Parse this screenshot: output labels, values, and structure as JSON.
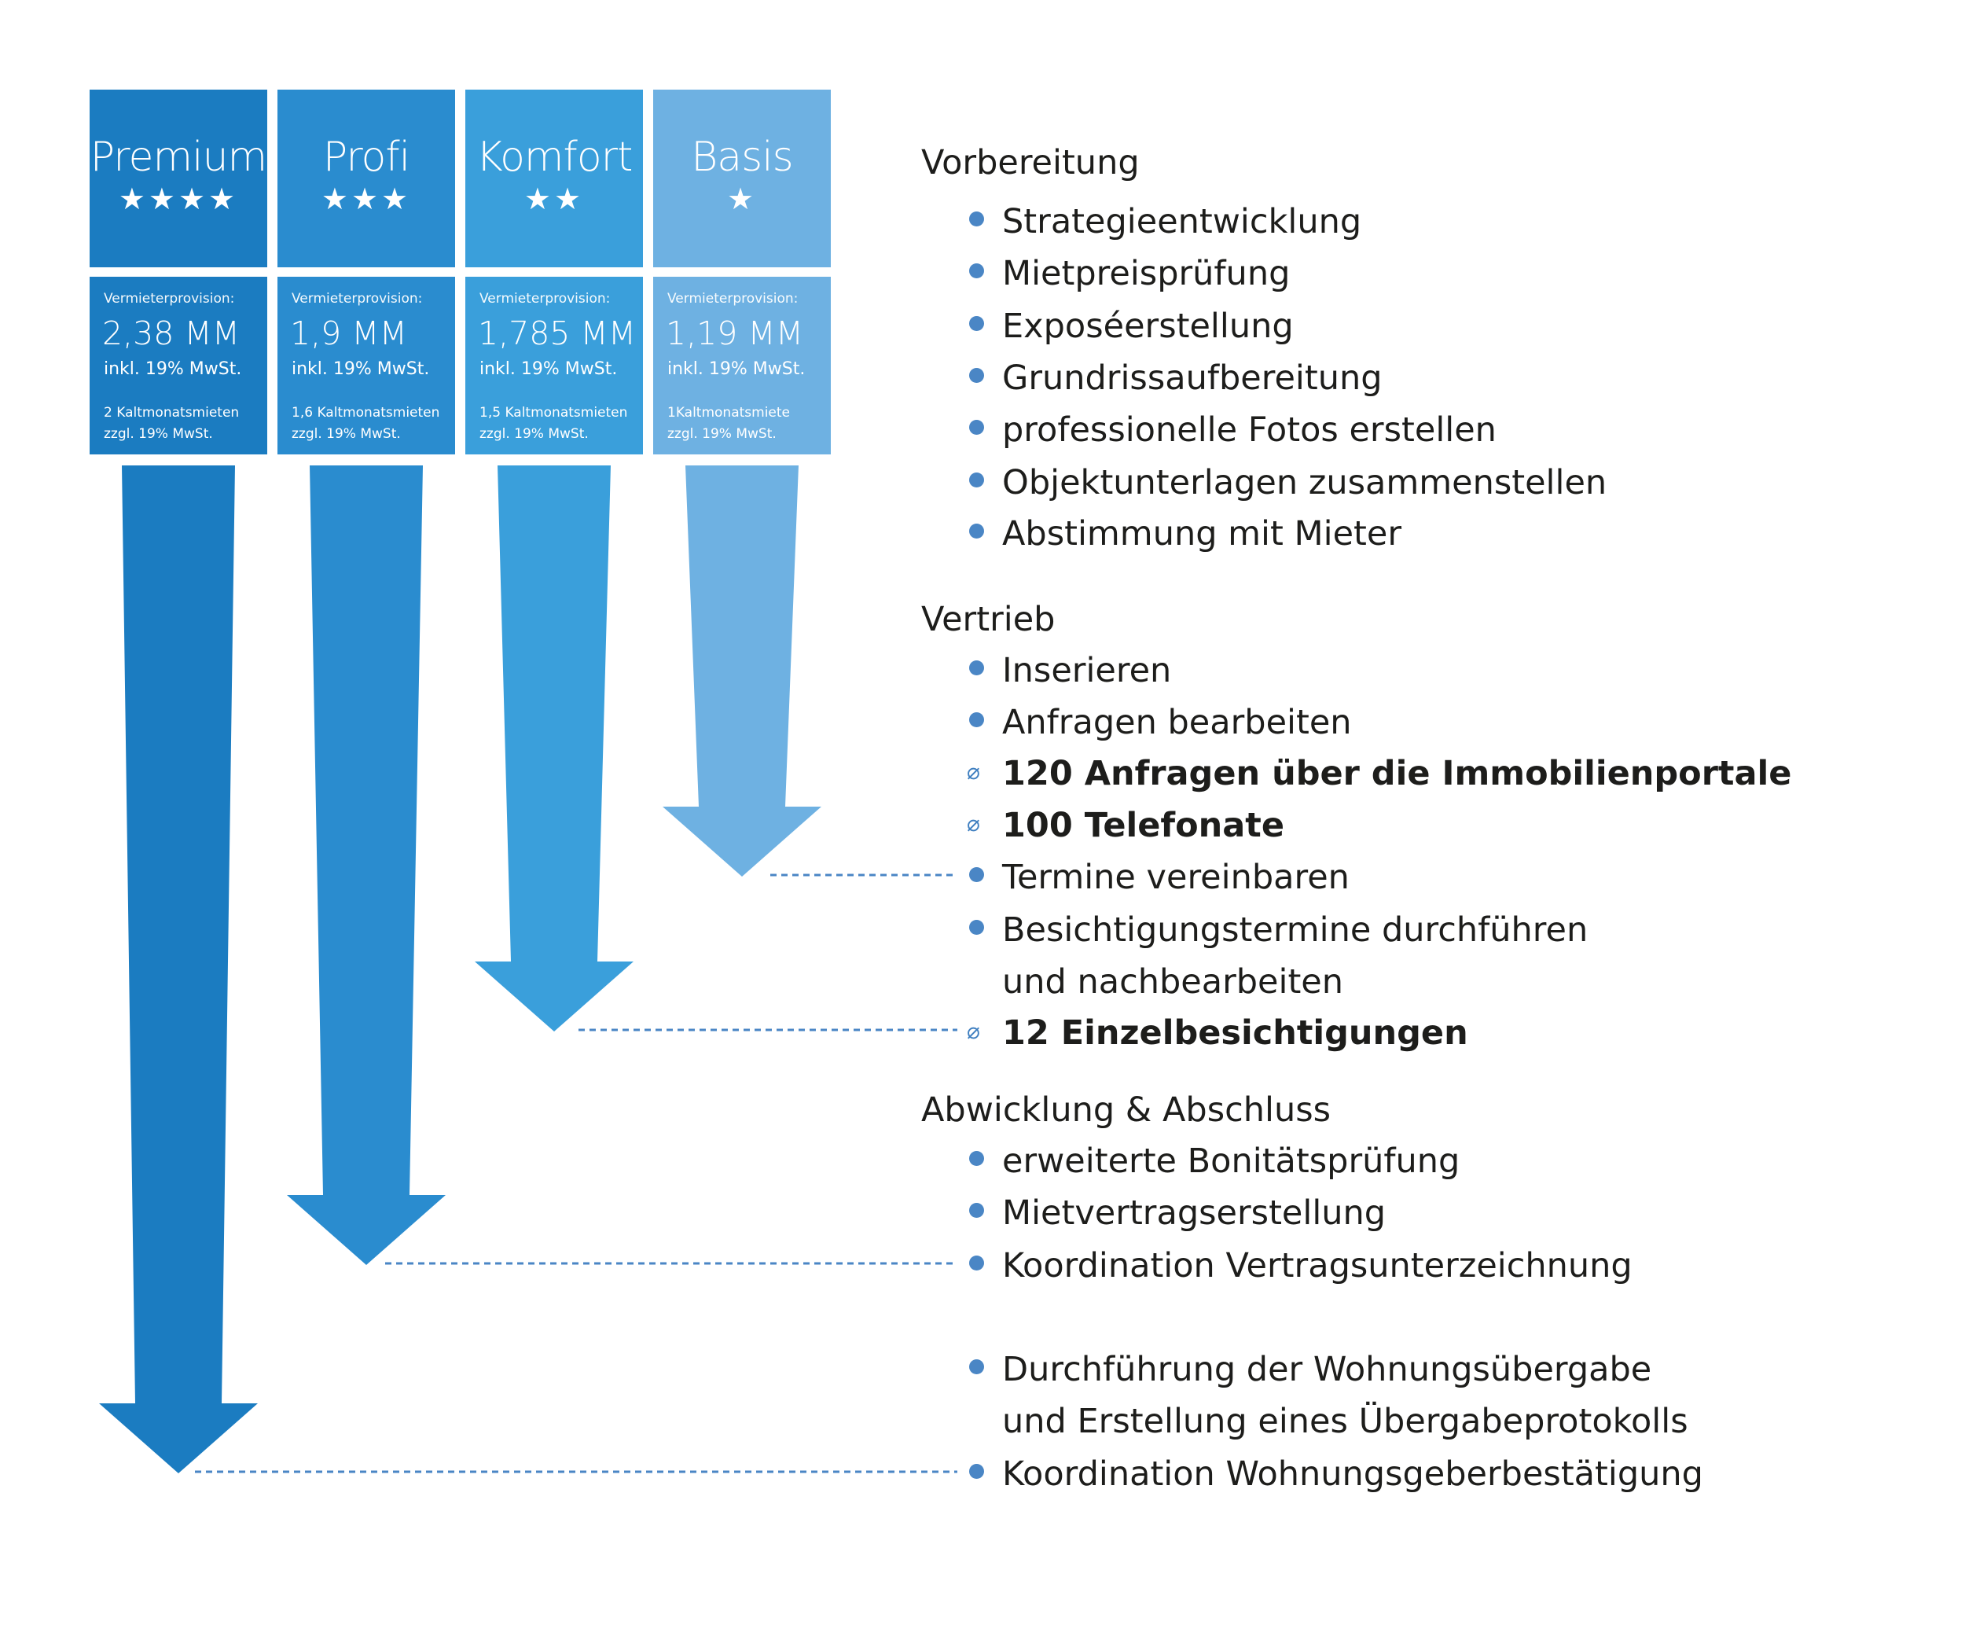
{
  "tiers": [
    {
      "name": "Premium",
      "stars": "★★★★",
      "label": "Vermieterprovision:",
      "value": "2,38 MM",
      "tax": "inkl. 19% MwSt.",
      "note1": "2 Kaltmonatsmieten",
      "note2": "zzgl. 19% MwSt.",
      "color": "#1b7cc1"
    },
    {
      "name": "Profi",
      "stars": "★★★",
      "label": "Vermieterprovision:",
      "value": "1,9 MM",
      "tax": "inkl. 19% MwSt.",
      "note1": "1,6 Kaltmonatsmieten",
      "note2": "zzgl. 19% MwSt.",
      "color": "#2a8ccf"
    },
    {
      "name": "Komfort",
      "stars": "★★",
      "label": "Vermieterprovision:",
      "value": "1,785 MM",
      "tax": "inkl. 19% MwSt.",
      "note1": "1,5 Kaltmonatsmieten",
      "note2": "zzgl. 19% MwSt.",
      "color": "#3a9fdb"
    },
    {
      "name": "Basis",
      "stars": "★",
      "label": "Vermieterprovision:",
      "value": "1,19 MM",
      "tax": "inkl. 19% MwSt.",
      "note1": "1Kaltmonatsmiete",
      "note2": "zzgl. 19% MwSt.",
      "color": "#6eb1e2"
    }
  ],
  "sections": {
    "vorbereitung": "Vorbereitung",
    "vertrieb": "Vertrieb",
    "abwicklung": "Abwicklung & Abschluss"
  },
  "items": {
    "strategie": "Strategieentwicklung",
    "mietpreis": "Mietpreisprüfung",
    "expose": "Exposéerstellung",
    "grundriss": "Grundrissaufbereitung",
    "fotos": "professionelle Fotos erstellen",
    "unterlagen": "Objektunterlagen zusammenstellen",
    "abstimmung": "Abstimmung mit Mieter",
    "inserieren": "Inserieren",
    "anfragen": "Anfragen bearbeiten",
    "anfragen_avg": "120 Anfragen über die Immobilienportale",
    "telefonate_avg": "100 Telefonate",
    "termine": "Termine vereinbaren",
    "besichtigung_1": "Besichtigungstermine durchführen",
    "besichtigung_2": "und nachbearbeiten",
    "einzel_avg": "12 Einzelbesichtigungen",
    "bonitaet": "erweiterte Bonitätsprüfung",
    "mietvertrag": "Mietvertragserstellung",
    "koordination_vertrag": "Koordination Vertragsunterzeichnung",
    "uebergabe_1": "Durchführung der Wohnungsübergabe",
    "uebergabe_2": "und Erstellung eines Übergabeprotokolls",
    "koordination_geber": "Koordination Wohnungsgeberbestätigung"
  },
  "avg_symbol": "⌀"
}
